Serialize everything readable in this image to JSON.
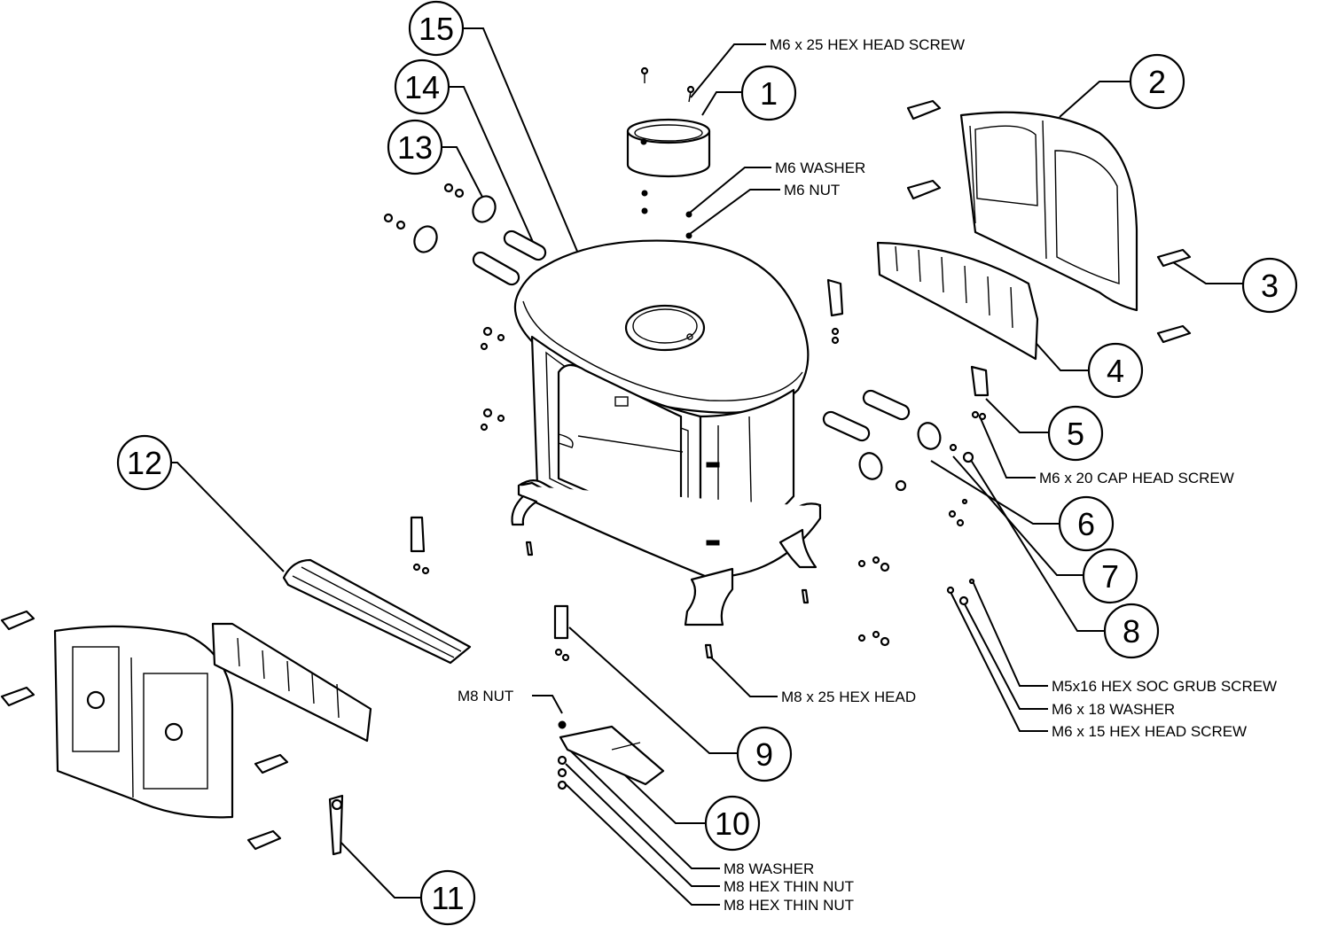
{
  "balloons": [
    {
      "number": "1"
    },
    {
      "number": "2"
    },
    {
      "number": "3"
    },
    {
      "number": "4"
    },
    {
      "number": "5"
    },
    {
      "number": "6"
    },
    {
      "number": "7"
    },
    {
      "number": "8"
    },
    {
      "number": "9"
    },
    {
      "number": "10"
    },
    {
      "number": "11"
    },
    {
      "number": "12"
    },
    {
      "number": "13"
    },
    {
      "number": "14"
    },
    {
      "number": "15"
    }
  ],
  "callouts": {
    "m6_25_hex_head_screw": "M6 x 25 HEX HEAD SCREW",
    "m6_washer": "M6 WASHER",
    "m6_nut": "M6 NUT",
    "m6_20_cap_head_screw": "M6 x 20 CAP HEAD SCREW",
    "m8_nut": "M8 NUT",
    "m8_25_hex_head": "M8 x 25 HEX HEAD",
    "m5_16_grub_screw": "M5x16 HEX SOC GRUB SCREW",
    "m6_18_washer": "M6 x 18 WASHER",
    "m6_15_hex_head_screw": "M6 x 15 HEX HEAD SCREW",
    "m8_washer": "M8 WASHER",
    "m8_hex_thin_nut_1": "M8 HEX THIN NUT",
    "m8_hex_thin_nut_2": "M8 HEX THIN NUT"
  }
}
